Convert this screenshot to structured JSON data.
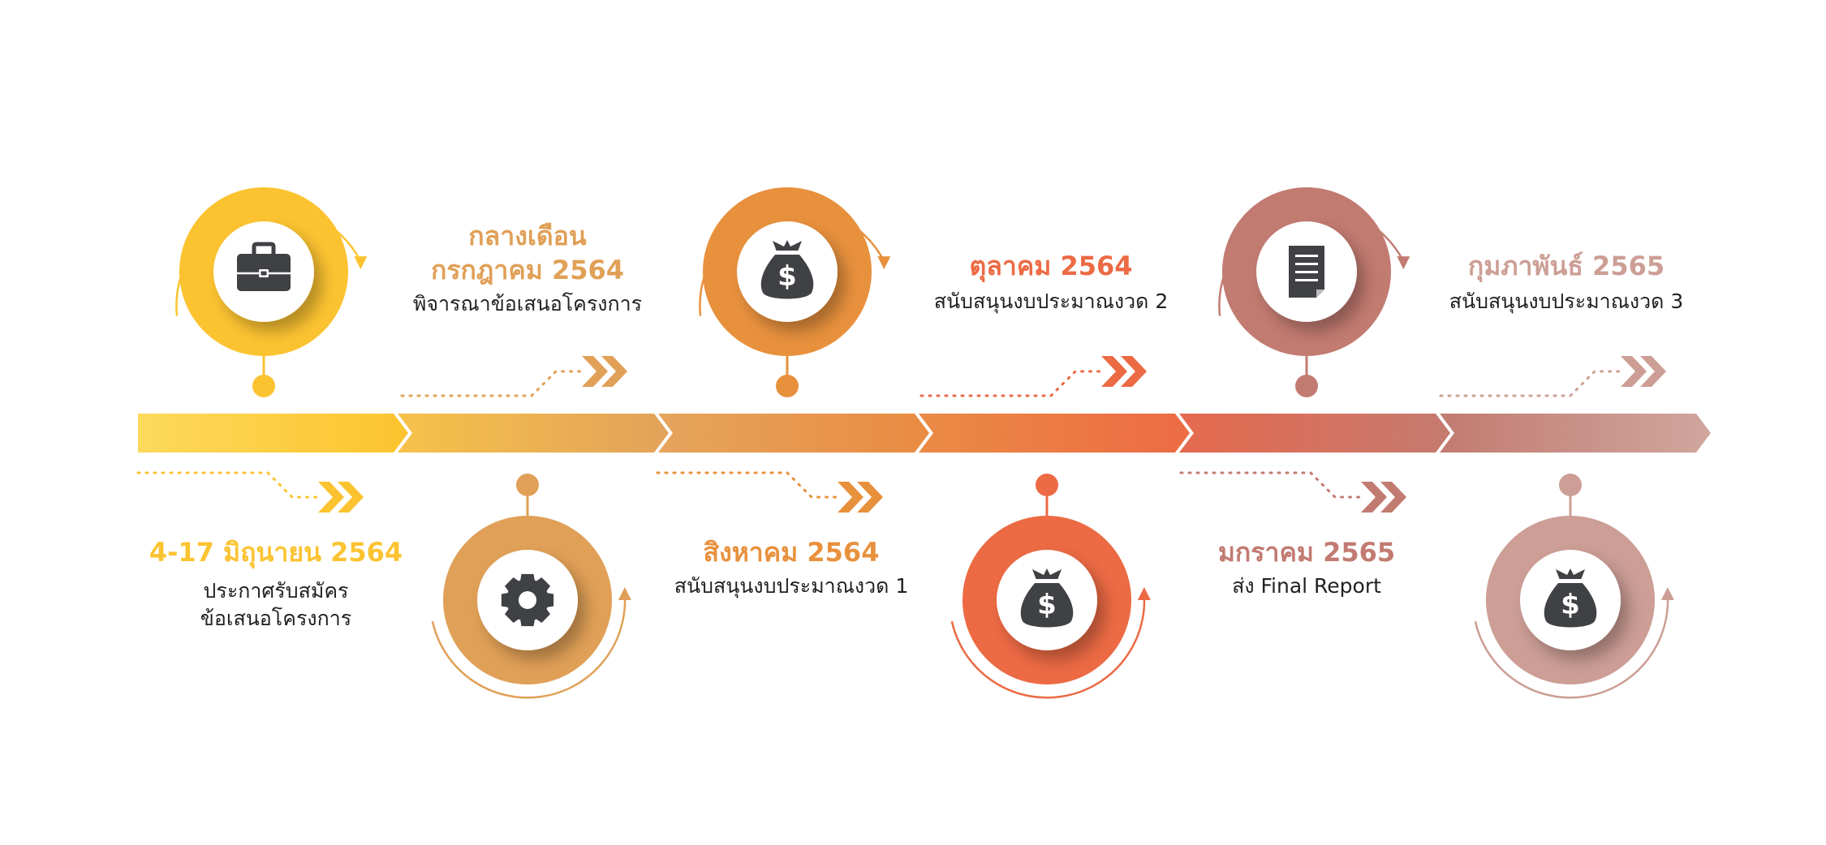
{
  "colors": {
    "step1": "#fcc331",
    "step2": "#e0a057",
    "step3": "#e8913d",
    "step4": "#ec6a44",
    "step5": "#c27b71",
    "step6": "#cc9e95",
    "icon_dark": "#3f4144"
  },
  "steps": [
    {
      "title": "4-17 มิถุนายน 2564",
      "desc": [
        "ประกาศรับสมัคร",
        "ข้อเสนอโครงการ"
      ],
      "icon": "briefcase-icon"
    },
    {
      "title": [
        "กลางเดือน",
        "กรกฎาคม 2564"
      ],
      "desc": [
        "พิจารณาข้อเสนอโครงการ"
      ],
      "icon": "gear-icon"
    },
    {
      "title": "สิงหาคม 2564",
      "desc": [
        "สนับสนุนงบประมาณงวด 1"
      ],
      "icon": "money-bag-icon"
    },
    {
      "title": "ตุลาคม 2564",
      "desc": [
        "สนับสนุนงบประมาณงวด 2"
      ],
      "icon": "money-bag-icon"
    },
    {
      "title": "มกราคม 2565",
      "desc": [
        "ส่ง Final Report"
      ],
      "icon": "document-icon"
    },
    {
      "title": "กุมภาพันธ์ 2565",
      "desc": [
        "สนับสนุนงบประมาณงวด 3"
      ],
      "icon": "money-bag-icon"
    }
  ]
}
